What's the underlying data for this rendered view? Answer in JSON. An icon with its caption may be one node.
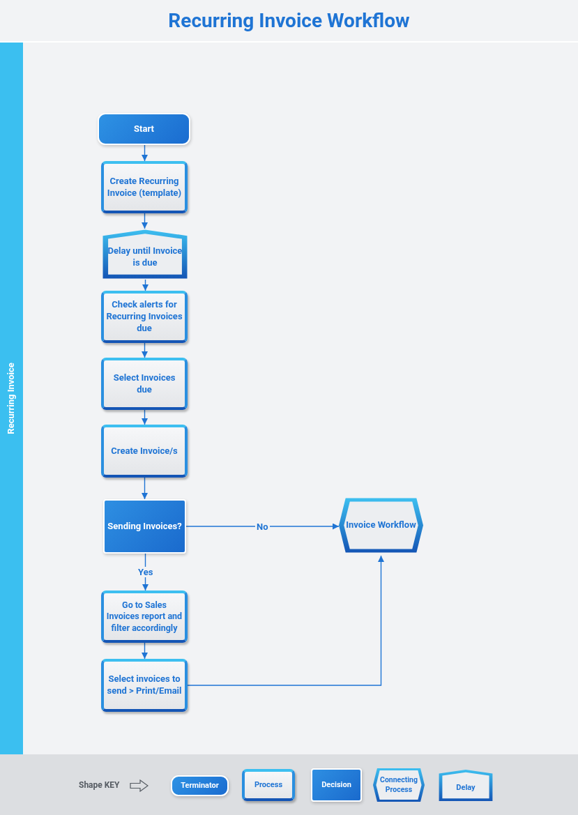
{
  "diagram": {
    "title": "Recurring Invoice Workflow",
    "nodes": [
      {
        "text": [
          "Recurring Invoice"
        ]
      },
      {
        "text": [
          "Start"
        ]
      },
      {
        "text": [
          "Create Recurring Invoice (template)"
        ]
      },
      {
        "text": [
          "Delay until Invoice is due"
        ]
      },
      {
        "text": [
          "Check alerts for Recurring Invoices due"
        ]
      },
      {
        "text": [
          "Select Invoices due"
        ]
      },
      {
        "text": [
          "Create Invoice/s"
        ]
      },
      {
        "text": [
          "Sending Invoices?"
        ]
      },
      {
        "text": [
          "Invoice Workflow"
        ]
      },
      {
        "text": [
          "Go to Sales Invoices report and filter accordingly"
        ]
      },
      {
        "text": [
          "Select invoices to send > Print/Email"
        ]
      },
      {
        "text": [
          "Terminator"
        ]
      },
      {
        "text": [
          "Process"
        ]
      },
      {
        "text": [
          "Decision"
        ]
      },
      {
        "text": [
          "Connecting Process"
        ]
      },
      {
        "text": [
          "Delay"
        ]
      }
    ],
    "edges": [
      {
        "from": 1,
        "to": 2,
        "arrow": "to"
      },
      {
        "from": 2,
        "to": 3,
        "arrow": "to"
      },
      {
        "from": 3,
        "to": 4,
        "arrow": "to"
      },
      {
        "from": 4,
        "to": 5,
        "arrow": "to"
      },
      {
        "from": 5,
        "to": 6,
        "arrow": "to"
      },
      {
        "from": 6,
        "to": 7,
        "arrow": "to"
      },
      {
        "from": 7,
        "to": 8,
        "label": "No",
        "arrow": "to"
      },
      {
        "from": 7,
        "to": 9,
        "label": "Yes",
        "arrow": "to"
      },
      {
        "from": 9,
        "to": 10,
        "arrow": "to"
      },
      {
        "from": 10,
        "to": 8,
        "arrow": "to"
      }
    ],
    "labels": [
      "Shape KEY"
    ]
  }
}
